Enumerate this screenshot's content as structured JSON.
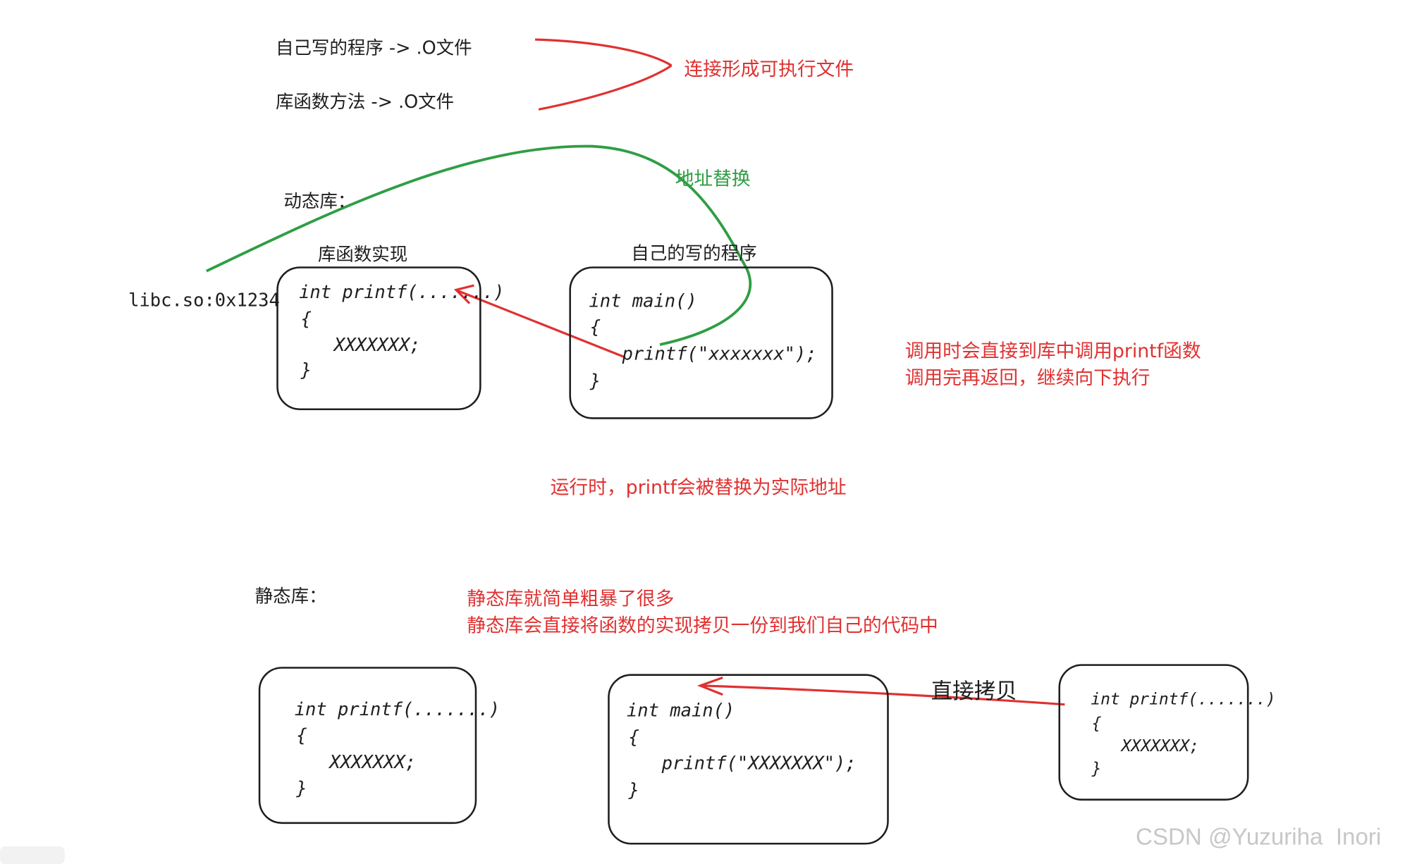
{
  "top": {
    "line1": "自己写的程序 -> .O文件",
    "line2": "库函数方法 -> .O文件",
    "link_label": "连接形成可执行文件"
  },
  "dynamic": {
    "heading": "动态库：",
    "address_label": "地址替换",
    "libc_label": "libc.so:0x1234",
    "lib_box_title": "库函数实现",
    "prog_box_title": "自己的写的程序",
    "lib_code": [
      "int printf(.......)",
      "{",
      "XXXXXXX;",
      "}"
    ],
    "prog_code": [
      "int main()",
      "{",
      "printf(\"xxxxxxx\");",
      "}"
    ],
    "note_line1": "调用时会直接到库中调用printf函数",
    "note_line2": "调用完再返回，继续向下执行",
    "runtime_note": "运行时，printf会被替换为实际地址"
  },
  "static": {
    "heading": "静态库：",
    "note_line1": "静态库就简单粗暴了很多",
    "note_line2": "静态库会直接将函数的实现拷贝一份到我们自己的代码中",
    "left_code": [
      "int printf(.......)",
      "{",
      "XXXXXXX;",
      "}"
    ],
    "main_code": [
      "int main()",
      "{",
      "printf(\"XXXXXXX\");",
      "}"
    ],
    "right_code": [
      "int printf(.......)",
      "{",
      "XXXXXXX;",
      "}"
    ],
    "copy_label": "直接拷贝"
  },
  "watermark": "CSDN @Yuzuriha  Inori",
  "colors": {
    "red": "#e03131",
    "green": "#2f9e44",
    "ink": "#1e1e1e"
  }
}
